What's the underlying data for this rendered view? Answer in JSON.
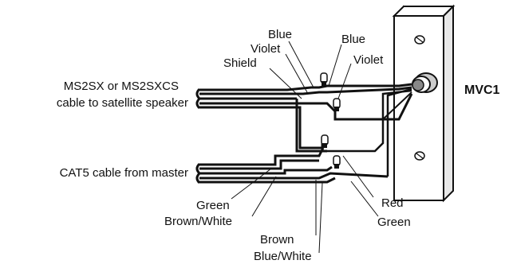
{
  "labels": {
    "satellite_cable": [
      "MS2SX or MS2SXCS",
      "cable to satellite speaker"
    ],
    "master_cable": "CAT5 cable from master",
    "device": "MVC1",
    "wires": {
      "blue_left": "Blue",
      "violet_left": "Violet",
      "shield": "Shield",
      "blue_right": "Blue",
      "violet_right": "Violet",
      "red": "Red",
      "green_right": "Green",
      "green_left": "Green",
      "brown_white": "Brown/White",
      "brown": "Brown",
      "blue_white": "Blue/White"
    }
  },
  "colors": {
    "line": "#111111",
    "plate": "#ffffff",
    "background": "#ffffff"
  }
}
